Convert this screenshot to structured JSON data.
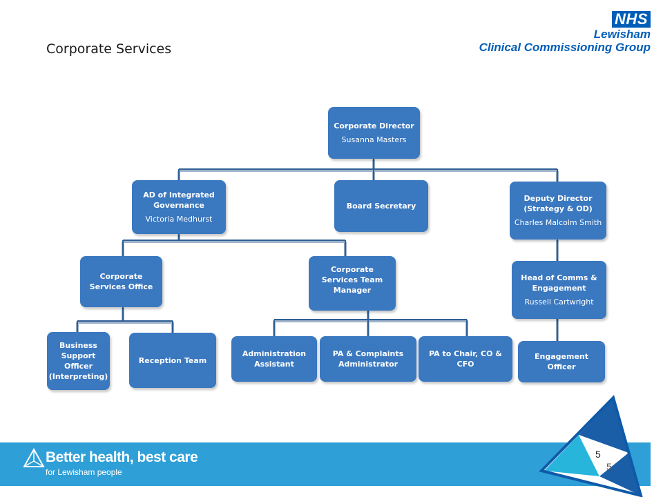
{
  "header": {
    "title": "Corporate Services",
    "logo_badge": "NHS",
    "logo_org": "Lewisham",
    "logo_group": "Clinical Commissioning Group"
  },
  "org_chart": {
    "corporate_director": {
      "role": "Corporate Director",
      "name": "Susanna Masters"
    },
    "ad_integrated_governance": {
      "role": "AD of Integrated Governance",
      "name": "Victoria Medhurst"
    },
    "board_secretary": {
      "role": "Board Secretary"
    },
    "deputy_director": {
      "role": "Deputy Director (Strategy & OD)",
      "name": "Charles Malcolm Smith"
    },
    "corporate_services_office": {
      "role": "Corporate Services Office"
    },
    "corporate_services_team_manager": {
      "role": "Corporate Services Team Manager"
    },
    "head_of_comms": {
      "role": "Head of Comms & Engagement",
      "name": "Russell Cartwright"
    },
    "business_support_officer": {
      "role": "Business Support Officer (Interpreting)"
    },
    "reception_team": {
      "role": "Reception Team"
    },
    "administration_assistant": {
      "role": "Administration Assistant"
    },
    "pa_complaints": {
      "role": "PA & Complaints Administrator"
    },
    "pa_to_chair": {
      "role": "PA to Chair, CO & CFO"
    },
    "engagement_officer": {
      "role": "Engagement Officer"
    }
  },
  "footer": {
    "slogan": "Better health, best care",
    "subline": "for Lewisham people",
    "page_number": "5",
    "page_number_shadow": "5"
  },
  "colors": {
    "box_fill": "#3a78c0",
    "connector": "#2f5f95",
    "nhs_blue": "#005eb8",
    "footer_band": "#2f9fd8"
  },
  "icons": {
    "footer_logo": "triangle-logo-icon",
    "corner_decoration": "triangle-decoration-icon"
  }
}
